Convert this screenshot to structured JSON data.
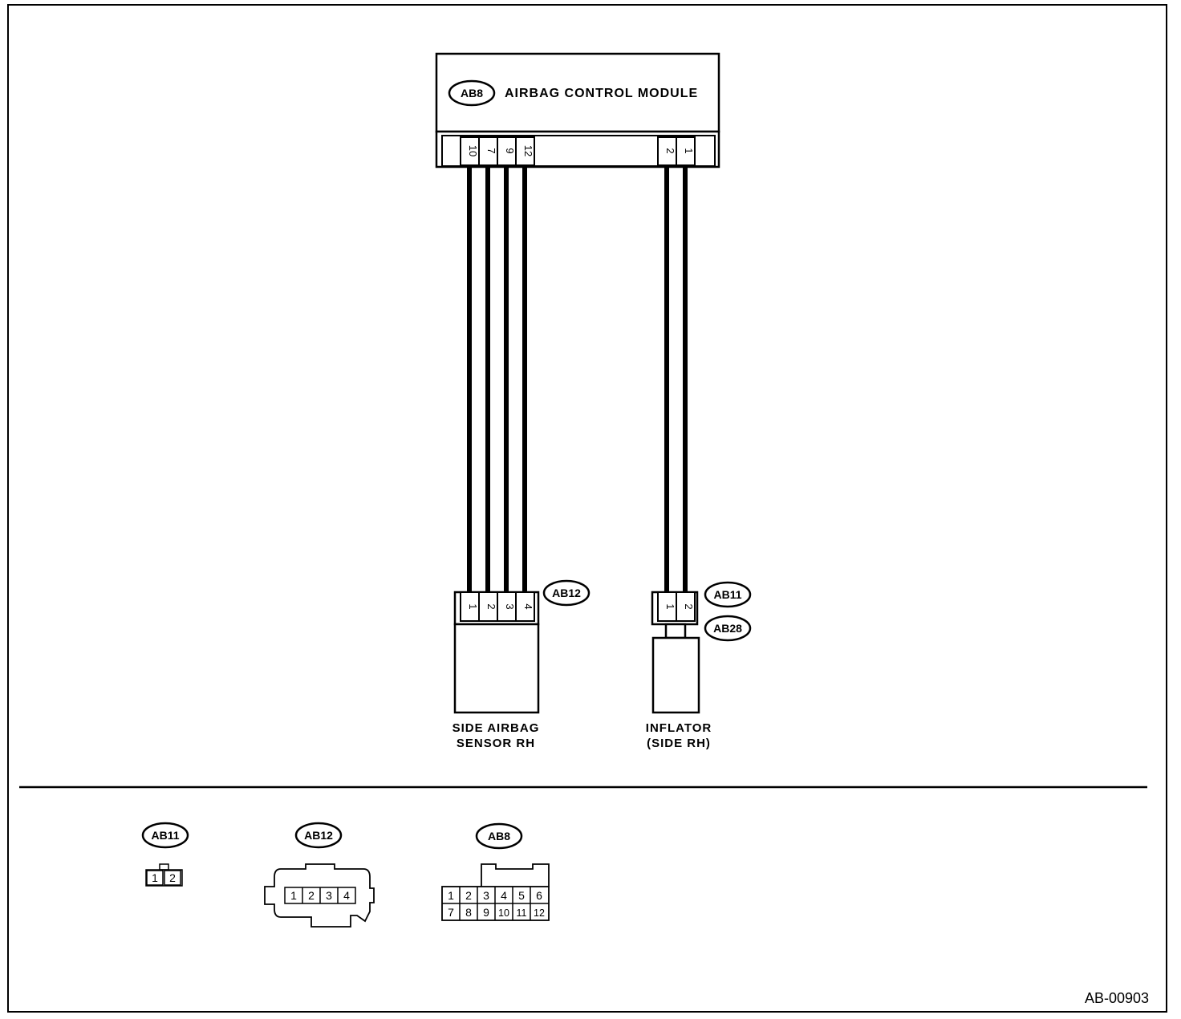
{
  "module": {
    "tag": "AB8",
    "title": "AIRBAG CONTROL MODULE",
    "pins": [
      "10",
      "7",
      "9",
      "12",
      "2",
      "1"
    ]
  },
  "sensor": {
    "tag": "AB12",
    "pins": [
      "1",
      "2",
      "3",
      "4"
    ],
    "label_line1": "SIDE AIRBAG",
    "label_line2": "SENSOR RH"
  },
  "inflator": {
    "tag": "AB11",
    "sub_tag": "AB28",
    "pins": [
      "1",
      "2"
    ],
    "label_line1": "INFLATOR",
    "label_line2": "(SIDE RH)"
  },
  "legend": {
    "ab11": {
      "tag": "AB11",
      "pins": [
        "1",
        "2"
      ]
    },
    "ab12": {
      "tag": "AB12",
      "pins": [
        "1",
        "2",
        "3",
        "4"
      ]
    },
    "ab8": {
      "tag": "AB8",
      "pins": [
        "1",
        "2",
        "3",
        "4",
        "5",
        "6",
        "7",
        "8",
        "9",
        "10",
        "11",
        "12"
      ]
    }
  },
  "figure_id": "AB-00903"
}
